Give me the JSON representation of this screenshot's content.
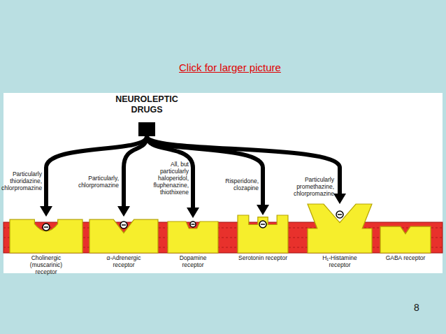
{
  "diagram": {
    "nodes": [
      {
        "text": [
          "NEUROLEPTIC DRUGS"
        ]
      },
      {
        "text": [
          "Cholinergic (muscarinic) receptor"
        ]
      },
      {
        "text": [
          "α-Adrenergic receptor"
        ]
      },
      {
        "text": [
          "Dopamine receptor"
        ]
      },
      {
        "text": [
          "Serotonin receptor"
        ]
      },
      {
        "text": [
          "H₁-Histamine receptor"
        ]
      },
      {
        "text": [
          "GABA receptor"
        ]
      }
    ],
    "edges": [
      {
        "from": 0,
        "to": 1,
        "arrow": "to",
        "label": "Particularly thioridazine, chlorpromazine"
      },
      {
        "from": 0,
        "to": 2,
        "arrow": "to",
        "label": "Particularly, chlorpromazine"
      },
      {
        "from": 0,
        "to": 3,
        "arrow": "to",
        "label": "All, but particularly haloperidol, fluphenazine, thiothixene"
      },
      {
        "from": 0,
        "to": 4,
        "arrow": "to",
        "label": "Risperidone, clozapine"
      },
      {
        "from": 0,
        "to": 5,
        "arrow": "to",
        "label": "Particularly promethazine, chlorpromazine"
      }
    ],
    "labels": [
      "Click for larger picture",
      "8"
    ]
  }
}
